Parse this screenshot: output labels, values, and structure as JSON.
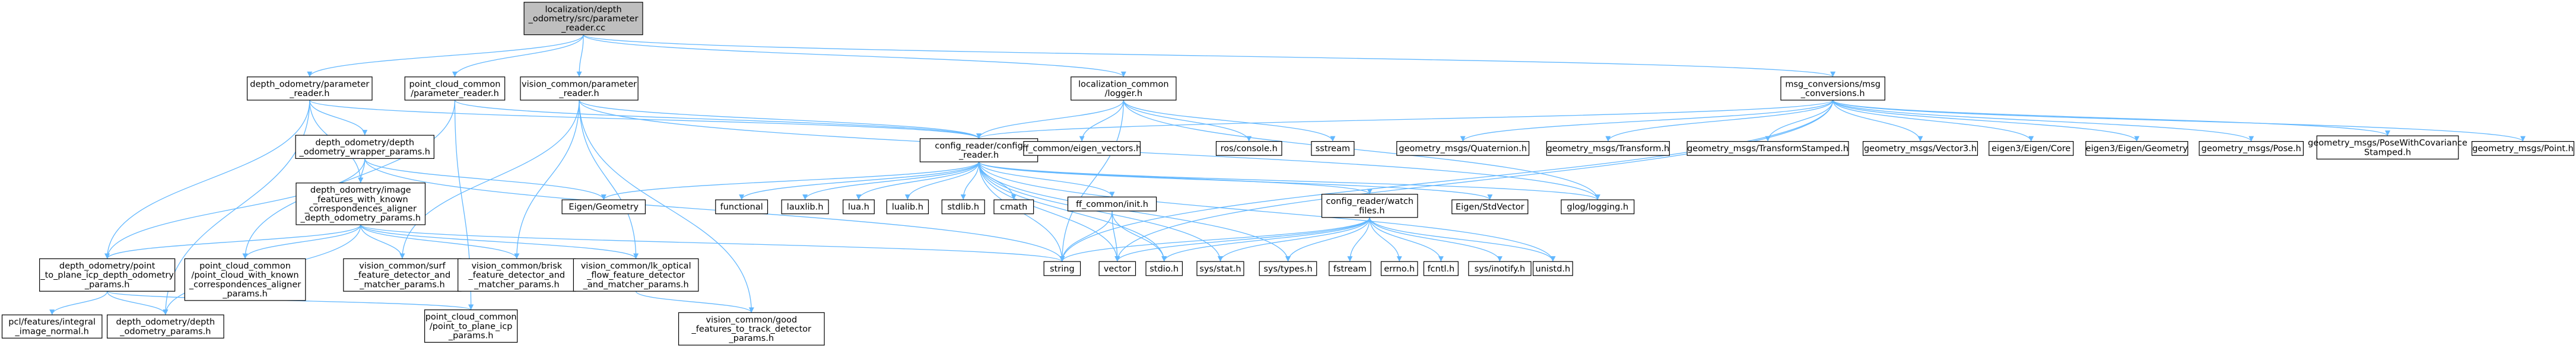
{
  "diagram": {
    "colors": {
      "edge": "#63b8ff",
      "node_fill": "#ffffff",
      "node_grey_fill": "#bfbfbf",
      "node_stroke": "#000000",
      "ext_stroke": "#bfbfbf",
      "text": "#000000"
    },
    "nodes": [
      {
        "id": "root",
        "lines": [
          "localization/depth",
          "_odometry/src/parameter",
          "_reader.cc"
        ],
        "style": "root"
      },
      {
        "id": "dopr",
        "lines": [
          "depth_odometry/parameter",
          "_reader.h"
        ],
        "style": "file"
      },
      {
        "id": "pccpr",
        "lines": [
          "point_cloud_common",
          "/parameter_reader.h"
        ],
        "style": "file"
      },
      {
        "id": "vcpr",
        "lines": [
          "vision_common/parameter",
          "_reader.h"
        ],
        "style": "file"
      },
      {
        "id": "lcl",
        "lines": [
          "localization_common",
          "/logger.h"
        ],
        "style": "file"
      },
      {
        "id": "msgc",
        "lines": [
          "msg_conversions/msg",
          "_conversions.h"
        ],
        "style": "file"
      },
      {
        "id": "crc",
        "lines": [
          "config_reader/config",
          "_reader.h"
        ],
        "style": "file"
      },
      {
        "id": "ffev",
        "lines": [
          "ff_common/eigen_vectors.h"
        ],
        "style": "file"
      },
      {
        "id": "rosconsole",
        "lines": [
          "ros/console.h"
        ],
        "style": "ext"
      },
      {
        "id": "sstream",
        "lines": [
          "sstream"
        ],
        "style": "ext"
      },
      {
        "id": "gmq",
        "lines": [
          "geometry_msgs/Quaternion.h"
        ],
        "style": "ext"
      },
      {
        "id": "gmt",
        "lines": [
          "geometry_msgs/Transform.h"
        ],
        "style": "ext"
      },
      {
        "id": "gmts",
        "lines": [
          "geometry_msgs/TransformStamped.h"
        ],
        "style": "ext"
      },
      {
        "id": "gmv3",
        "lines": [
          "geometry_msgs/Vector3.h"
        ],
        "style": "ext"
      },
      {
        "id": "eigcore",
        "lines": [
          "eigen3/Eigen/Core"
        ],
        "style": "ext"
      },
      {
        "id": "eiggeo",
        "lines": [
          "eigen3/Eigen/Geometry"
        ],
        "style": "ext"
      },
      {
        "id": "gmpose",
        "lines": [
          "geometry_msgs/Pose.h"
        ],
        "style": "ext"
      },
      {
        "id": "gmpwcs",
        "lines": [
          "geometry_msgs/PoseWithCovariance",
          "Stamped.h"
        ],
        "style": "ext"
      },
      {
        "id": "gmpoint",
        "lines": [
          "geometry_msgs/Point.h"
        ],
        "style": "ext"
      },
      {
        "id": "dowp",
        "lines": [
          "depth_odometry/depth",
          "_odometry_wrapper_params.h"
        ],
        "style": "file"
      },
      {
        "id": "doif",
        "lines": [
          "depth_odometry/image",
          "_features_with_known",
          "_correspondences_aligner",
          "_depth_odometry_params.h"
        ],
        "style": "file"
      },
      {
        "id": "egeo",
        "lines": [
          "Eigen/Geometry"
        ],
        "style": "ext"
      },
      {
        "id": "functional",
        "lines": [
          "functional"
        ],
        "style": "ext"
      },
      {
        "id": "lauxlib",
        "lines": [
          "lauxlib.h"
        ],
        "style": "ext"
      },
      {
        "id": "lua",
        "lines": [
          "lua.h"
        ],
        "style": "ext"
      },
      {
        "id": "lualib",
        "lines": [
          "lualib.h"
        ],
        "style": "ext"
      },
      {
        "id": "stdlib",
        "lines": [
          "stdlib.h"
        ],
        "style": "ext"
      },
      {
        "id": "cmath",
        "lines": [
          "cmath"
        ],
        "style": "ext"
      },
      {
        "id": "ffinit",
        "lines": [
          "ff_common/init.h"
        ],
        "style": "file"
      },
      {
        "id": "crwf",
        "lines": [
          "config_reader/watch",
          "_files.h"
        ],
        "style": "file"
      },
      {
        "id": "estdvec",
        "lines": [
          "Eigen/StdVector"
        ],
        "style": "ext"
      },
      {
        "id": "glog",
        "lines": [
          "glog/logging.h"
        ],
        "style": "ext"
      },
      {
        "id": "doptp",
        "lines": [
          "depth_odometry/point",
          "_to_plane_icp_depth_odometry",
          "_params.h"
        ],
        "style": "file"
      },
      {
        "id": "pccpcw",
        "lines": [
          "point_cloud_common",
          "/point_cloud_with_known",
          "_correspondences_aligner",
          "_params.h"
        ],
        "style": "file"
      },
      {
        "id": "vcsurf",
        "lines": [
          "vision_common/surf",
          "_feature_detector_and",
          "_matcher_params.h"
        ],
        "style": "file"
      },
      {
        "id": "vcbrisk",
        "lines": [
          "vision_common/brisk",
          "_feature_detector_and",
          "_matcher_params.h"
        ],
        "style": "file"
      },
      {
        "id": "vclk",
        "lines": [
          "vision_common/lk_optical",
          "_flow_feature_detector",
          "_and_matcher_params.h"
        ],
        "style": "file"
      },
      {
        "id": "string",
        "lines": [
          "string"
        ],
        "style": "ext"
      },
      {
        "id": "vector",
        "lines": [
          "vector"
        ],
        "style": "ext"
      },
      {
        "id": "stdio",
        "lines": [
          "stdio.h"
        ],
        "style": "ext"
      },
      {
        "id": "sysstat",
        "lines": [
          "sys/stat.h"
        ],
        "style": "ext"
      },
      {
        "id": "systypes",
        "lines": [
          "sys/types.h"
        ],
        "style": "ext"
      },
      {
        "id": "fstream",
        "lines": [
          "fstream"
        ],
        "style": "ext"
      },
      {
        "id": "errno",
        "lines": [
          "errno.h"
        ],
        "style": "ext"
      },
      {
        "id": "fcntl",
        "lines": [
          "fcntl.h"
        ],
        "style": "ext"
      },
      {
        "id": "inotify",
        "lines": [
          "sys/inotify.h"
        ],
        "style": "ext"
      },
      {
        "id": "unistd",
        "lines": [
          "unistd.h"
        ],
        "style": "ext"
      },
      {
        "id": "pclint",
        "lines": [
          "pcl/features/integral",
          "_image_normal.h"
        ],
        "style": "ext"
      },
      {
        "id": "dodp",
        "lines": [
          "depth_odometry/depth",
          "_odometry_params.h"
        ],
        "style": "file"
      },
      {
        "id": "pccptp",
        "lines": [
          "point_cloud_common",
          "/point_to_plane_icp",
          "_params.h"
        ],
        "style": "file"
      },
      {
        "id": "vcgood",
        "lines": [
          "vision_common/good",
          "_features_to_track_detector",
          "_params.h"
        ],
        "style": "file"
      }
    ],
    "edges": [
      [
        "root",
        "dopr"
      ],
      [
        "root",
        "pccpr"
      ],
      [
        "root",
        "vcpr"
      ],
      [
        "root",
        "lcl"
      ],
      [
        "root",
        "msgc"
      ],
      [
        "dopr",
        "crc"
      ],
      [
        "dopr",
        "dowp"
      ],
      [
        "dopr",
        "doif"
      ],
      [
        "dopr",
        "doptp"
      ],
      [
        "dopr",
        "dodp"
      ],
      [
        "pccpr",
        "crc"
      ],
      [
        "pccpr",
        "pccpcw"
      ],
      [
        "pccpr",
        "pccptp"
      ],
      [
        "vcpr",
        "crc"
      ],
      [
        "vcpr",
        "vcsurf"
      ],
      [
        "vcpr",
        "vcbrisk"
      ],
      [
        "vcpr",
        "vclk"
      ],
      [
        "vcpr",
        "vcgood"
      ],
      [
        "vcpr",
        "glog"
      ],
      [
        "lcl",
        "crc"
      ],
      [
        "lcl",
        "ffev"
      ],
      [
        "lcl",
        "rosconsole"
      ],
      [
        "lcl",
        "sstream"
      ],
      [
        "lcl",
        "glog"
      ],
      [
        "lcl",
        "string"
      ],
      [
        "msgc",
        "crc"
      ],
      [
        "msgc",
        "gmq"
      ],
      [
        "msgc",
        "gmt"
      ],
      [
        "msgc",
        "gmts"
      ],
      [
        "msgc",
        "gmv3"
      ],
      [
        "msgc",
        "eigcore"
      ],
      [
        "msgc",
        "eiggeo"
      ],
      [
        "msgc",
        "gmpose"
      ],
      [
        "msgc",
        "gmpwcs"
      ],
      [
        "msgc",
        "gmpoint"
      ],
      [
        "msgc",
        "string"
      ],
      [
        "msgc",
        "vector"
      ],
      [
        "crc",
        "egeo"
      ],
      [
        "crc",
        "functional"
      ],
      [
        "crc",
        "lauxlib"
      ],
      [
        "crc",
        "lua"
      ],
      [
        "crc",
        "lualib"
      ],
      [
        "crc",
        "stdlib"
      ],
      [
        "crc",
        "cmath"
      ],
      [
        "crc",
        "ffinit"
      ],
      [
        "crc",
        "crwf"
      ],
      [
        "crc",
        "estdvec"
      ],
      [
        "crc",
        "glog"
      ],
      [
        "crc",
        "string"
      ],
      [
        "crc",
        "vector"
      ],
      [
        "crc",
        "stdio"
      ],
      [
        "crc",
        "sysstat"
      ],
      [
        "crc",
        "systypes"
      ],
      [
        "crc",
        "unistd"
      ],
      [
        "ffinit",
        "string"
      ],
      [
        "ffinit",
        "vector"
      ],
      [
        "ffinit",
        "stdio"
      ],
      [
        "crwf",
        "string"
      ],
      [
        "crwf",
        "vector"
      ],
      [
        "crwf",
        "stdio"
      ],
      [
        "crwf",
        "sysstat"
      ],
      [
        "crwf",
        "systypes"
      ],
      [
        "crwf",
        "fstream"
      ],
      [
        "crwf",
        "errno"
      ],
      [
        "crwf",
        "fcntl"
      ],
      [
        "crwf",
        "inotify"
      ],
      [
        "crwf",
        "unistd"
      ],
      [
        "dowp",
        "doif"
      ],
      [
        "dowp",
        "doptp"
      ],
      [
        "dowp",
        "egeo"
      ],
      [
        "dowp",
        "string"
      ],
      [
        "doif",
        "doptp"
      ],
      [
        "doif",
        "pccpcw"
      ],
      [
        "doif",
        "vcsurf"
      ],
      [
        "doif",
        "vcbrisk"
      ],
      [
        "doif",
        "vclk"
      ],
      [
        "doif",
        "dodp"
      ],
      [
        "doif",
        "string"
      ],
      [
        "doptp",
        "pclint"
      ],
      [
        "doptp",
        "dodp"
      ],
      [
        "doptp",
        "pccptp"
      ],
      [
        "vclk",
        "vcgood"
      ]
    ]
  }
}
